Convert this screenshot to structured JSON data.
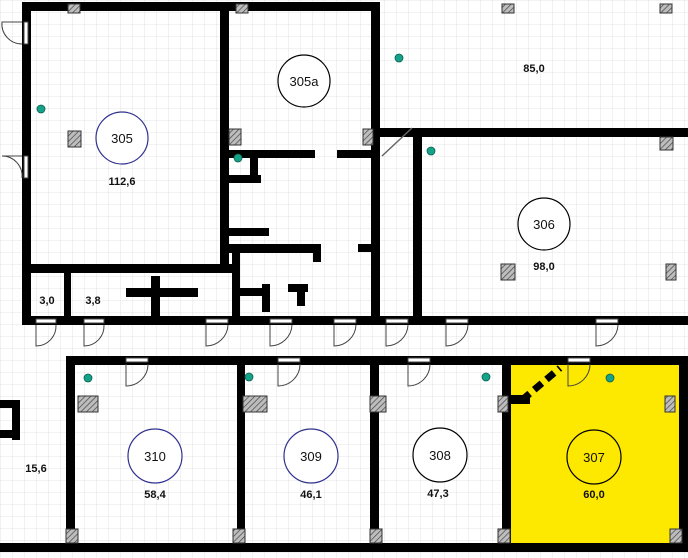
{
  "colors": {
    "wall": "#000000",
    "grid": "#dcdcdc",
    "background": "#ffffff",
    "selected_room": "#fde800",
    "sensor_dot": "#14a389",
    "circle_blue": "#303090",
    "circle_black": "#000000",
    "hatch": "#555555"
  },
  "rooms": [
    {
      "id": "305",
      "area": "112,6",
      "ring": "blue"
    },
    {
      "id": "305a",
      "area": "",
      "ring": "black"
    },
    {
      "id": "",
      "area": "85,0",
      "ring": "none"
    },
    {
      "id": "306",
      "area": "98,0",
      "ring": "black"
    },
    {
      "id": "",
      "area": "3,0",
      "ring": "none"
    },
    {
      "id": "",
      "area": "3,8",
      "ring": "none"
    },
    {
      "id": "310",
      "area": "58,4",
      "ring": "blue"
    },
    {
      "id": "309",
      "area": "46,1",
      "ring": "blue"
    },
    {
      "id": "308",
      "area": "47,3",
      "ring": "black"
    },
    {
      "id": "307",
      "area": "60,0",
      "ring": "black",
      "selected": true
    },
    {
      "id": "",
      "area": "15,6",
      "ring": "none"
    }
  ],
  "icons": {
    "sensor": "sensor-dot-icon",
    "column": "hatched-column-icon",
    "door": "door-swing-icon"
  }
}
